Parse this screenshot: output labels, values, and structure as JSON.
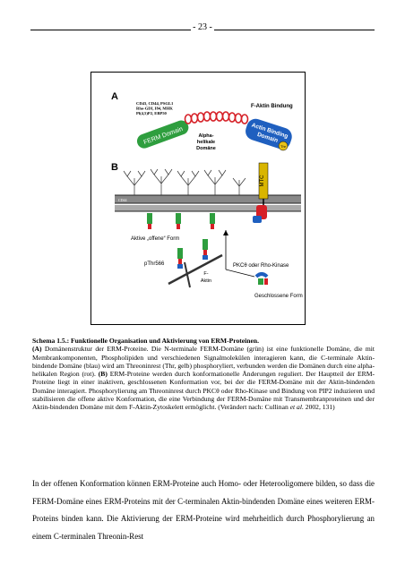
{
  "header": {
    "page_number": "- 23 -"
  },
  "figure": {
    "panel_a_label": "A",
    "panel_b_label": "B",
    "receptor_list": [
      "CD43, CD44, PSGL1",
      "Rho-GDI, I84, MHK",
      "Pl(4,5)P2, EBP50"
    ],
    "actin_binding_top": "F-Aktin Bindung",
    "ferm_domain": "FERM Domain",
    "alpha_helical": [
      "Alpha-",
      "helikale",
      "Domäne"
    ],
    "actin_binding_domain": [
      "Actin Binding",
      "Domain"
    ],
    "threonine_label": "Thr",
    "mtc_label": "MTC",
    "cd44_label": "CD44",
    "active_form": "Aktive „offene“ Form",
    "pthr": "pThr566",
    "f_actin": [
      "F-",
      "Aktin"
    ],
    "pkc_label": "PKCθ oder Rho-Kinase",
    "closed_form": "Geschlossene Form",
    "colors": {
      "ferm": "#2e9e3e",
      "alpha": "#d61f26",
      "abd": "#1f5fbf",
      "thr": "#e8c21a",
      "mtc": "#d9b500"
    }
  },
  "caption": {
    "title": "Schema 1.5.: Funktionelle Organisation und Aktivierung von ERM-Proteinen.",
    "label_a": "(A)",
    "text_a": "Domänenstruktur der ERM-Proteine. Die N-terminale FERM-Domäne (grün) ist eine funktionelle Domäne, die mit Membrankomponenten, Phospholipiden und verschiedenen Signalmolekülen interagieren kann, die C-terminale Aktin-bindende Domäne (blau) wird am Threoninrest (Thr, gelb) phosphoryliert, verbunden werden die Domänen durch eine alpha-helikalen Region (rot).",
    "label_b": "(B)",
    "text_b": "ERM-Proteine werden durch konformationelle Änderungen reguliert. Der Hauptteil der ERM-Proteine liegt in einer inaktiven, geschlossenen Konformation vor, bei der die FERM-Domäne mit der Aktin-bindenden Domäne interagiert. Phosphorylierung am Threoninrest durch PKCθ oder Rho-Kinase und Bindung von PIP2 induzieren und stabilisieren die offene aktive Konformation, die eine Verbindung der FERM-Domäne mit Transmembranproteinen und der Aktin-bindenden Domäne mit dem F-Aktin-Zytoskelett ermöglicht. (Verändert nach: Cullinan",
    "italic": "et al.",
    "text_end": "2002, 131)"
  },
  "body": {
    "paragraph": "In der offenen Konformation können ERM-Proteine auch Homo- oder Heterooligomere bilden, so dass die FERM-Domäne eines ERM-Proteins mit der C-terminalen Aktin-bindenden Domäne eines weiteren ERM-Proteins binden kann. Die Aktivierung der ERM-Proteine wird mehrheitlich durch Phosphorylierung an einem C-terminalen Threonin-Rest"
  }
}
